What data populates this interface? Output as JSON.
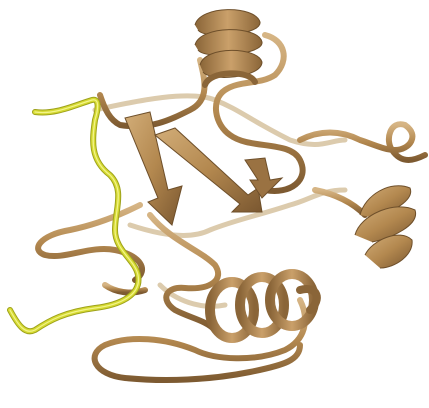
{
  "scene": {
    "kind": "protein-cartoon-rendering",
    "background_color": "#ffffff",
    "colors": {
      "protein_main": "#b3884f",
      "protein_shadow": "#8a6538",
      "protein_light": "#dcc196",
      "protein_faded": "#d9c7a8",
      "peptide": "#cfd32a",
      "peptide_shadow": "#9ea21b",
      "peptide_light": "#eef07a"
    },
    "parts": [
      "alpha-helix-top",
      "alpha-helix-right",
      "alpha-helix-bottom",
      "beta-strands",
      "loops",
      "peptide-chain"
    ]
  }
}
